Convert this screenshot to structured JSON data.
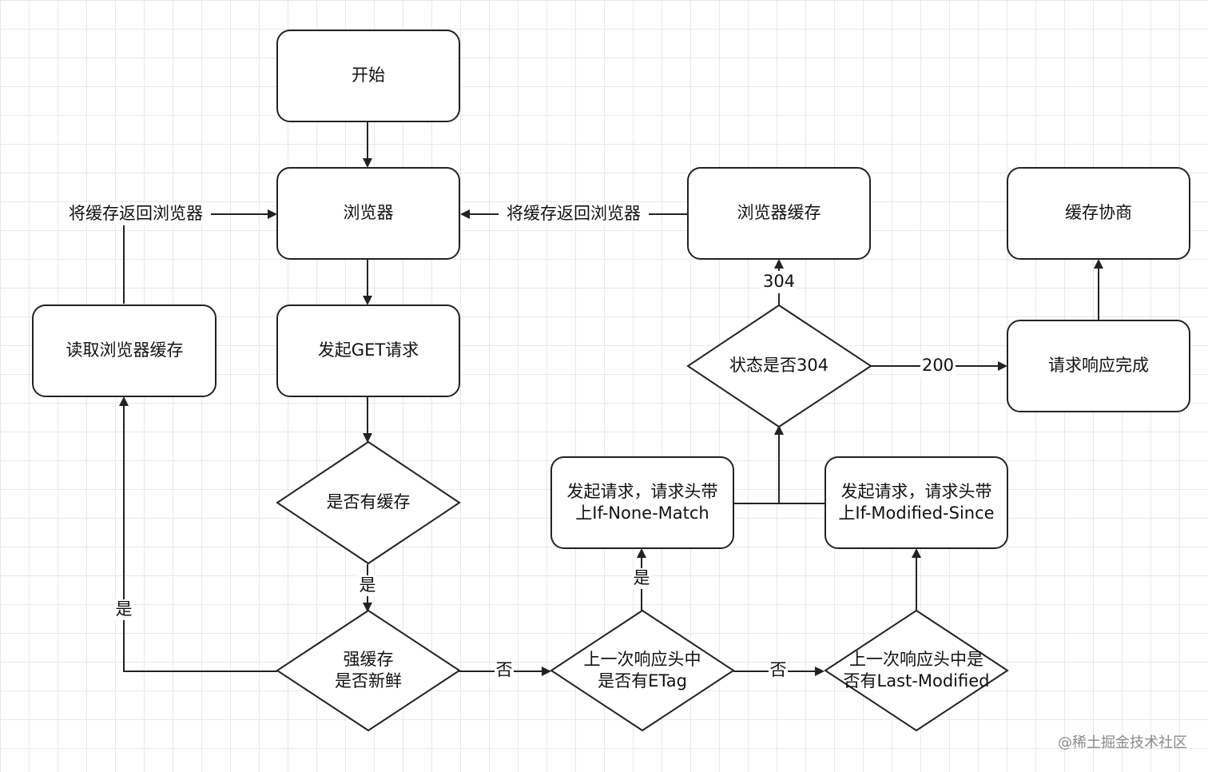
{
  "nodes": {
    "start": "开始",
    "browser": "浏览器",
    "get_request": "发起GET请求",
    "has_cache": "是否有缓存",
    "strong_cache": [
      "强缓存",
      "是否新鲜"
    ],
    "read_cache": "读取浏览器缓存",
    "has_etag": [
      "上一次响应头中",
      "是否有ETag"
    ],
    "has_last_modified": [
      "上一次响应头中是",
      "否有Last-Modified"
    ],
    "req_if_none_match": [
      "发起请求，请求头带",
      "上If-None-Match"
    ],
    "req_if_modified_since": [
      "发起请求，请求头带",
      "上If-Modified-Since"
    ],
    "status_304": "状态是否304",
    "browser_cache": "浏览器缓存",
    "request_complete": "请求响应完成",
    "cache_negotiation": "缓存协商"
  },
  "edge_labels": {
    "return_cache_left": "将缓存返回浏览器",
    "return_cache_right": "将缓存返回浏览器",
    "yes_has_cache": "是",
    "yes_fresh": "是",
    "no_fresh": "否",
    "yes_etag": "是",
    "no_etag": "否",
    "code_304": "304",
    "code_200": "200"
  },
  "watermark": "@稀土掘金技术社区"
}
